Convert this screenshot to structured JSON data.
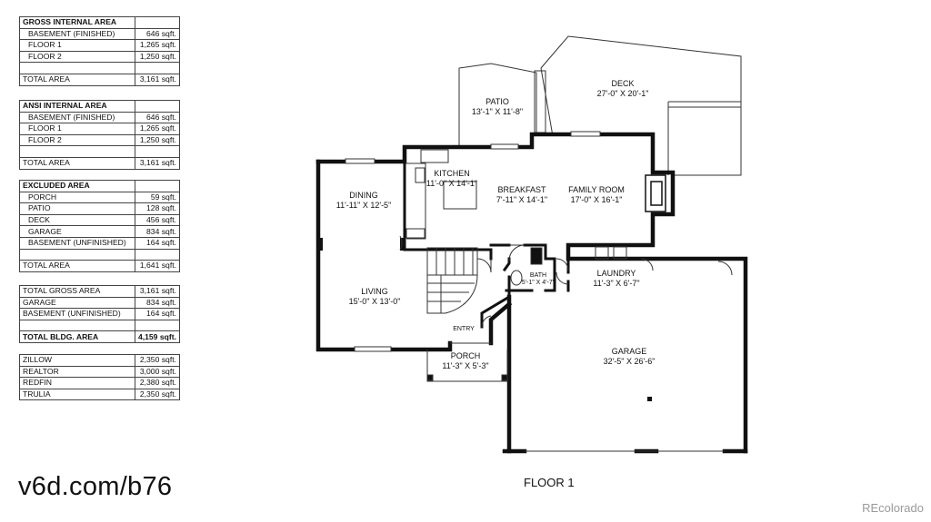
{
  "tables": [
    {
      "rows": [
        {
          "label": "GROSS INTERNAL AREA",
          "value": "",
          "kind": "head"
        },
        {
          "label": "BASEMENT (FINISHED)",
          "value": "646 sqft.",
          "kind": "item"
        },
        {
          "label": "FLOOR 1",
          "value": "1,265 sqft.",
          "kind": "item"
        },
        {
          "label": "FLOOR 2",
          "value": "1,250 sqft.",
          "kind": "item"
        },
        {
          "label": "",
          "value": "",
          "kind": "blank"
        },
        {
          "label": "TOTAL AREA",
          "value": "3,161 sqft.",
          "kind": "total"
        }
      ]
    },
    {
      "rows": [
        {
          "label": "ANSI INTERNAL AREA",
          "value": "",
          "kind": "head"
        },
        {
          "label": "BASEMENT (FINISHED)",
          "value": "646 sqft.",
          "kind": "item"
        },
        {
          "label": "FLOOR 1",
          "value": "1,265 sqft.",
          "kind": "item"
        },
        {
          "label": "FLOOR 2",
          "value": "1,250 sqft.",
          "kind": "item"
        },
        {
          "label": "",
          "value": "",
          "kind": "blank"
        },
        {
          "label": "TOTAL AREA",
          "value": "3,161 sqft.",
          "kind": "total"
        }
      ]
    },
    {
      "rows": [
        {
          "label": "EXCLUDED AREA",
          "value": "",
          "kind": "head"
        },
        {
          "label": "PORCH",
          "value": "59 sqft.",
          "kind": "item"
        },
        {
          "label": "PATIO",
          "value": "128 sqft.",
          "kind": "item"
        },
        {
          "label": "DECK",
          "value": "456 sqft.",
          "kind": "item"
        },
        {
          "label": "GARAGE",
          "value": "834 sqft.",
          "kind": "item"
        },
        {
          "label": "BASEMENT (UNFINISHED)",
          "value": "164 sqft.",
          "kind": "item"
        },
        {
          "label": "",
          "value": "",
          "kind": "blank"
        },
        {
          "label": "TOTAL AREA",
          "value": "1,641 sqft.",
          "kind": "total"
        }
      ]
    },
    {
      "rows": [
        {
          "label": "TOTAL GROSS AREA",
          "value": "3,161 sqft.",
          "kind": "total"
        },
        {
          "label": "GARAGE",
          "value": "834 sqft.",
          "kind": "total"
        },
        {
          "label": "BASEMENT (UNFINISHED)",
          "value": "164 sqft.",
          "kind": "total"
        },
        {
          "label": "",
          "value": "",
          "kind": "blank"
        },
        {
          "label": "TOTAL BLDG. AREA",
          "value": "4,159 sqft.",
          "kind": "bold"
        }
      ]
    },
    {
      "rows": [
        {
          "label": "ZILLOW",
          "value": "2,350 sqft.",
          "kind": "total"
        },
        {
          "label": "REALTOR",
          "value": "3,000 sqft.",
          "kind": "total"
        },
        {
          "label": "REDFIN",
          "value": "2,380 sqft.",
          "kind": "total"
        },
        {
          "label": "TRULIA",
          "value": "2,350 sqft.",
          "kind": "total"
        }
      ]
    }
  ],
  "rooms": {
    "deck": {
      "name": "DECK",
      "dims": "27'-0\" X 20'-1\""
    },
    "patio": {
      "name": "PATIO",
      "dims": "13'-1\" X 11'-8\""
    },
    "kitchen": {
      "name": "KITCHEN",
      "dims": "11'-0\" X 14'-1\""
    },
    "dining": {
      "name": "DINING",
      "dims": "11'-11\" X 12'-5\""
    },
    "breakfast": {
      "name": "BREAKFAST",
      "dims": "7'-11\" X 14'-1\""
    },
    "family": {
      "name": "FAMILY ROOM",
      "dims": "17'-0\" X 16'-1\""
    },
    "living": {
      "name": "LIVING",
      "dims": "15'-0\" X 13'-0\""
    },
    "bath": {
      "name": "BATH",
      "dims": "5'-1\" X 4'-7\""
    },
    "laundry": {
      "name": "LAUNDRY",
      "dims": "11'-3\" X 6'-7\""
    },
    "entry": {
      "name": "ENTRY"
    },
    "porch": {
      "name": "PORCH",
      "dims": "11'-3\" X 5'-3\""
    },
    "garage": {
      "name": "GARAGE",
      "dims": "32'-5\" X 26'-6\""
    }
  },
  "floor_label": "FLOOR 1",
  "url": "v6d.com/b76",
  "credit": "REcolorado",
  "colors": {
    "wall": "#111111",
    "thin_line": "#333333",
    "credit": "#9a9a9a"
  }
}
